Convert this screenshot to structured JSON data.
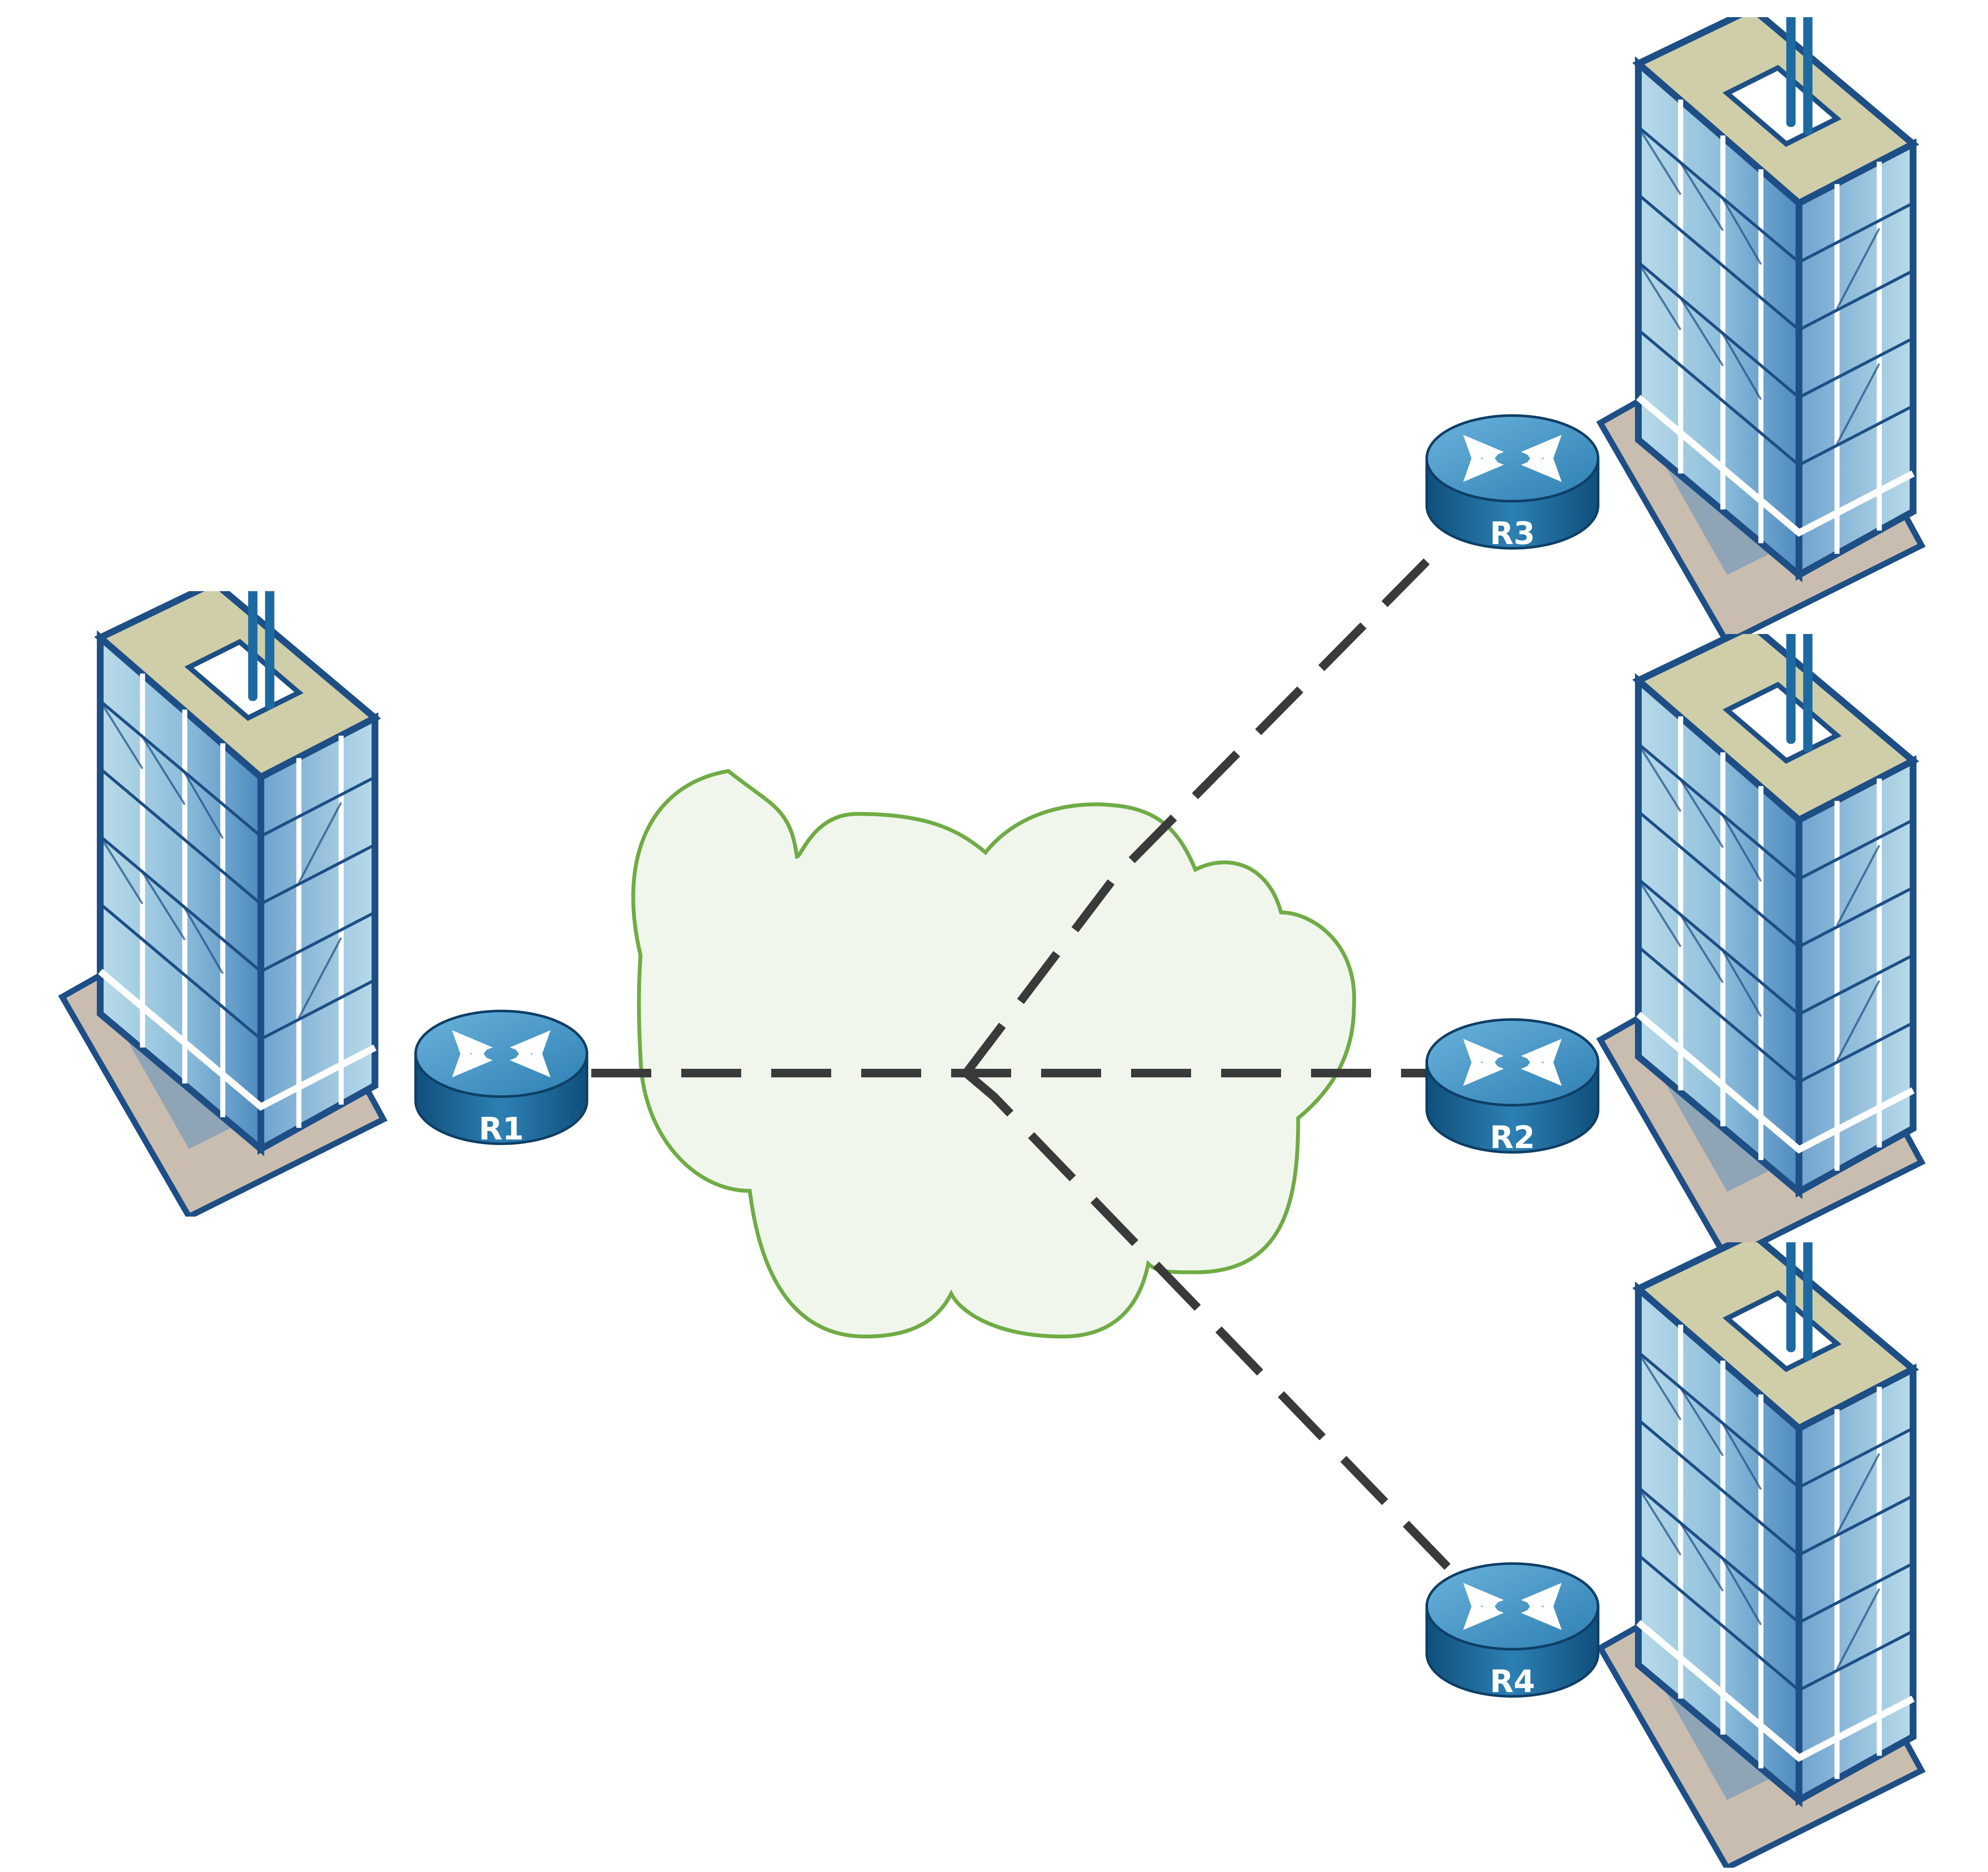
{
  "routers": [
    {
      "id": "r1",
      "label": "R1"
    },
    {
      "id": "r2",
      "label": "R2"
    },
    {
      "id": "r3",
      "label": "R3"
    },
    {
      "id": "r4",
      "label": "R4"
    }
  ],
  "links": [
    {
      "from": "R1",
      "to": "R2"
    },
    {
      "from": "R1",
      "to": "R3"
    },
    {
      "from": "R1",
      "to": "R4"
    }
  ],
  "colors": {
    "cloud_fill": "#f0f6ec",
    "cloud_stroke": "#6fac45",
    "link": "#3a3a3a",
    "router_body": "#3a88b8",
    "router_dark": "#1b5e8e",
    "building_glass": "#7fb2d4",
    "building_frame": "#1d4f86",
    "roof": "#cfcea8",
    "base": "#c9bdb0"
  }
}
